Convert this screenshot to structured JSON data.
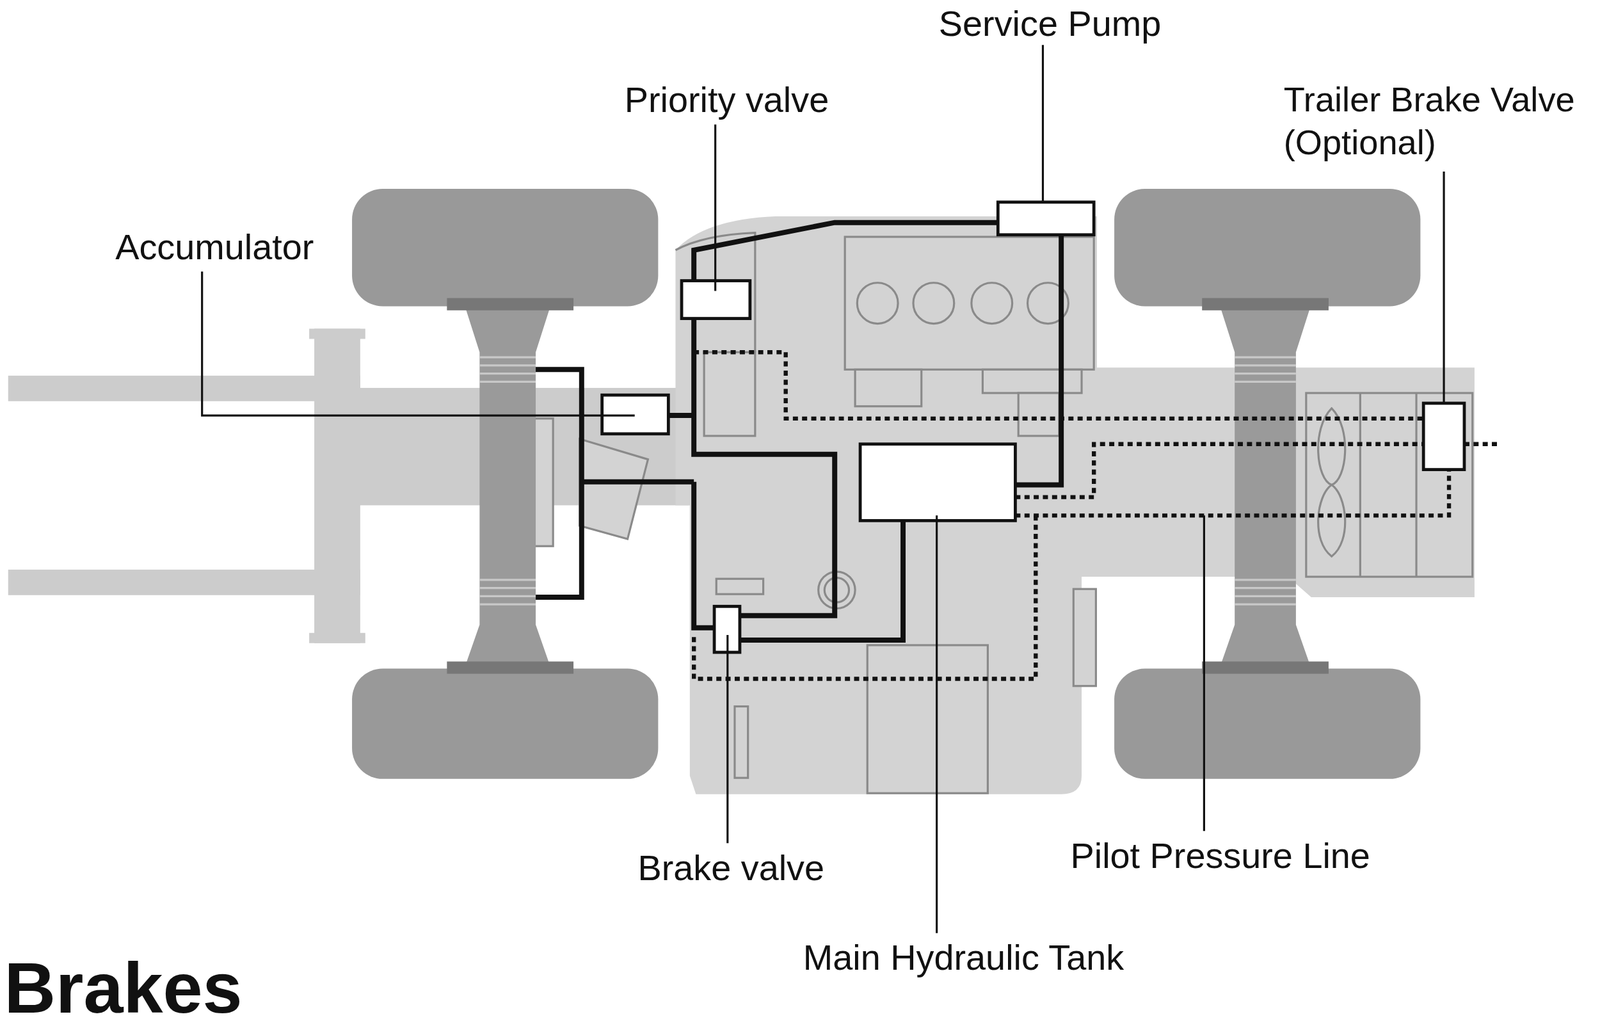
{
  "diagram": {
    "title": "Brakes",
    "labels": [
      "Service Pump",
      "Priority valve",
      "Trailer Brake Valve (Optional)",
      "Accumulator",
      "Brake valve",
      "Pilot Pressure Line",
      "Main Hydraulic Tank"
    ]
  }
}
